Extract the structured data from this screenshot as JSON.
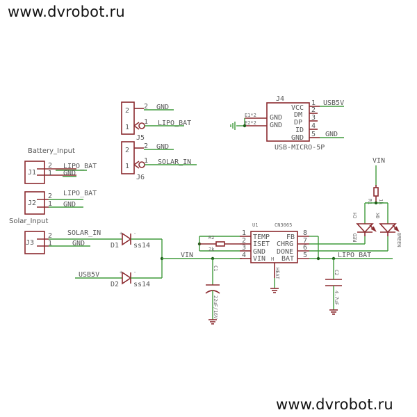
{
  "watermark": {
    "top": "www.dvrobot.ru",
    "bottom": "www.dvrobot.ru"
  },
  "colors": {
    "symbol": "#8b2a2f",
    "wire": "#3f9a3a",
    "junction": "#1e5e1a",
    "text": "#555555"
  },
  "connectors": {
    "J5": {
      "name": "J5",
      "pins": [
        {
          "num": "2",
          "net": "GND"
        },
        {
          "num": "1",
          "net": "LIPO_BAT"
        }
      ]
    },
    "J6": {
      "name": "J6",
      "pins": [
        {
          "num": "2",
          "net": "GND"
        },
        {
          "num": "1",
          "net": "SOLAR_IN"
        }
      ]
    },
    "J1": {
      "name": "J1",
      "group": "Battery_Input",
      "pins": [
        {
          "num": "2",
          "net": "LIPO_BAT"
        },
        {
          "num": "1",
          "net": "GND"
        }
      ]
    },
    "J2": {
      "name": "J2",
      "pins": [
        {
          "num": "2",
          "net": "LIPO_BAT"
        },
        {
          "num": "1",
          "net": "GND"
        }
      ]
    },
    "J3": {
      "name": "J3",
      "group": "Solar_Input",
      "pins": [
        {
          "num": "2",
          "net": "SOLAR_IN"
        },
        {
          "num": "1",
          "net": "GND"
        }
      ]
    }
  },
  "usb": {
    "name": "J4",
    "part": "USB-MICRO-5P",
    "left_pins": [
      {
        "label": "GND",
        "pad": "E1*2"
      },
      {
        "label": "GND",
        "pad": "E2*2"
      }
    ],
    "right_pins": [
      {
        "label": "VCC",
        "num": "1",
        "net": "USB5V"
      },
      {
        "label": "DM",
        "num": "2",
        "net": ""
      },
      {
        "label": "DP",
        "num": "3",
        "net": ""
      },
      {
        "label": "ID",
        "num": "4",
        "net": ""
      },
      {
        "label": "GND",
        "num": "5",
        "net": "GND"
      }
    ]
  },
  "diodes": [
    {
      "name": "D1",
      "value": "ss14",
      "net_in": "SOLAR_IN",
      "plus": "+",
      "minus": "-"
    },
    {
      "name": "D2",
      "value": "ss14",
      "net_in": "USB5V",
      "plus": "+",
      "minus": "-"
    }
  ],
  "gnd_label": "GND",
  "vin_label": "VIN",
  "ic": {
    "name": "U1",
    "part": "CN3065",
    "left_pins": [
      {
        "num": "1",
        "label": "TEMP"
      },
      {
        "num": "2",
        "label": "ISET"
      },
      {
        "num": "3",
        "label": "GND"
      },
      {
        "num": "4",
        "label": "VIN"
      }
    ],
    "right_pins": [
      {
        "num": "8",
        "label": "FB"
      },
      {
        "num": "7",
        "label": "CHRG"
      },
      {
        "num": "6",
        "label": "DONE"
      },
      {
        "num": "5",
        "label": "BAT"
      }
    ],
    "heat_label": "HEAT",
    "pad_mark": "H"
  },
  "resistors": {
    "R2": {
      "name": "R2",
      "value": "2k"
    },
    "R1": {
      "name": "R1",
      "value": "1k"
    }
  },
  "capacitors": {
    "C1": {
      "name": "C1",
      "value": "22uF/16V"
    },
    "C2": {
      "name": "C2",
      "value": "4.7uF"
    }
  },
  "leds": [
    {
      "name": "CH",
      "color": "RED"
    },
    {
      "name": "OK",
      "color": "GREEN"
    }
  ],
  "vin_top_label": "VIN",
  "bat_net_label": "LIPO_BAT"
}
